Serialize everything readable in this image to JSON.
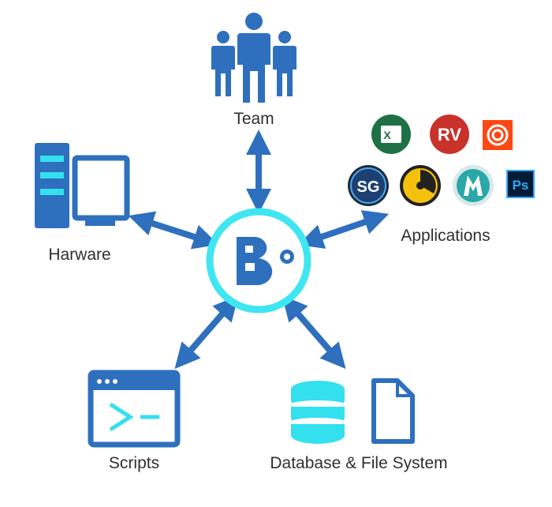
{
  "colors": {
    "primary_blue": "#2e6fbe",
    "accent_cyan": "#33e0ee",
    "label_gray": "#2f2f2f",
    "ring_cyan": "#3fe6f2",
    "dark_blue": "#1f5ea8"
  },
  "labels": {
    "team": "Team",
    "hardware": "Harware",
    "applications": "Applications",
    "scripts": "Scripts",
    "database": "Database & File System"
  },
  "applications": [
    {
      "icon": "excel-icon",
      "text": "X",
      "bg": "#1e7145"
    },
    {
      "icon": "rv-icon",
      "text": "RV",
      "bg": "#c8322a"
    },
    {
      "icon": "houdini-icon",
      "text": "",
      "bg": "#ff4713"
    },
    {
      "icon": "shotgun-icon",
      "text": "SG",
      "bg": "#1d3f72"
    },
    {
      "icon": "nuke-icon",
      "text": "",
      "bg": "#f4c20d"
    },
    {
      "icon": "maya-icon",
      "text": "M",
      "bg": "#2aa7a8"
    },
    {
      "icon": "photoshop-icon",
      "text": "Ps",
      "bg": "#001d34"
    }
  ],
  "center": {
    "letter": "B",
    "icon": "brand-logo-icon"
  },
  "script_prompt": ">-"
}
